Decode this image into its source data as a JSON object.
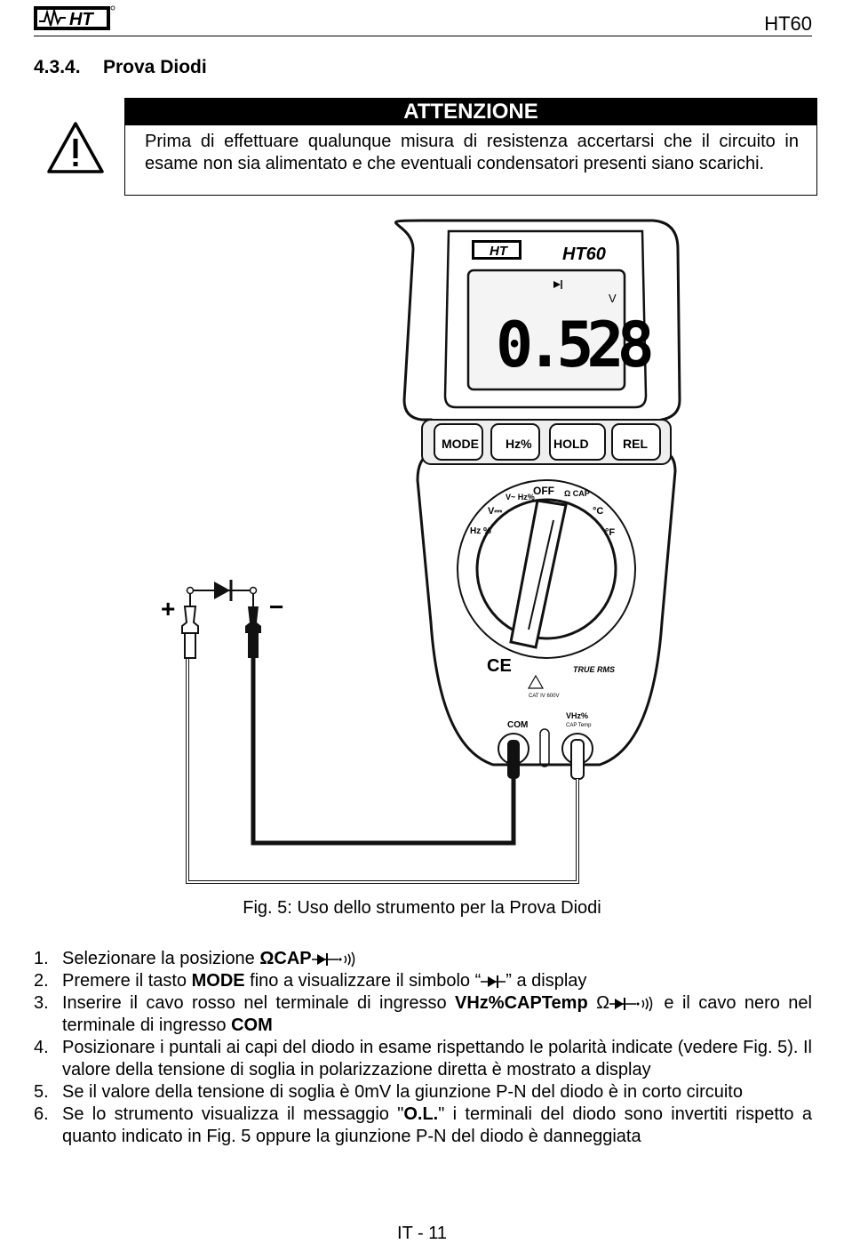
{
  "header": {
    "logo_text": "HT",
    "model": "HT60"
  },
  "section": {
    "number": "4.3.4.",
    "title": "Prova Diodi"
  },
  "warning": {
    "heading": "ATTENZIONE",
    "text": "Prima di effettuare qualunque misura di resistenza accertarsi che il circuito in esame non sia alimentato e che eventuali condensatori presenti siano scarichi."
  },
  "figure": {
    "caption": "Fig. 5: Uso dello strumento per la Prova Diodi",
    "meter": {
      "brand": "HT",
      "model": "HT60",
      "display_value": "0.528",
      "display_unit": "V",
      "buttons": [
        "MODE",
        "Hz%",
        "HOLD",
        "REL"
      ],
      "dial_labels": [
        "OFF",
        "V~ Hz%",
        "V⎓",
        "Hz %",
        "°C",
        "°F",
        "Ω CAP"
      ],
      "true_rms": "TRUE RMS",
      "cat_rating": "CAT IV 600V",
      "terminal_com": "COM",
      "terminal_v": "VHz%",
      "terminal_v_sub": "CAP Temp"
    },
    "probe_pos": "+",
    "probe_neg": "−"
  },
  "steps": [
    {
      "num": "1.",
      "text": "Selezionare la posizione ",
      "bold": "ΩCAP",
      "after": ""
    },
    {
      "num": "2.",
      "pre": "Premere il tasto ",
      "bold": "MODE",
      "mid": " fino a visualizzare il simbolo “",
      "after": "” a display"
    },
    {
      "num": "3.",
      "pre": "Inserire il cavo rosso nel terminale di ingresso ",
      "bold": "VHz%CAPTemp",
      "mid": " Ω",
      "after": " e il cavo nero nel terminale di ingresso ",
      "bold2": "COM"
    },
    {
      "num": "4.",
      "text": "Posizionare i puntali ai capi del diodo in esame rispettando le polarità indicate (vedere Fig. 5). Il valore della tensione di soglia in polarizzazione diretta è mostrato a  display"
    },
    {
      "num": "5.",
      "text": "Se il valore della tensione di soglia è 0mV la giunzione P-N del diodo è in corto circuito"
    },
    {
      "num": "6.",
      "pre": "Se lo strumento visualizza il messaggio \"",
      "bold": "O.L.",
      "after": "\" i terminali del diodo sono invertiti rispetto a quanto indicato in Fig. 5 oppure la giunzione P-N del diodo è danneggiata"
    }
  ],
  "footer": {
    "page": "IT - 11"
  }
}
